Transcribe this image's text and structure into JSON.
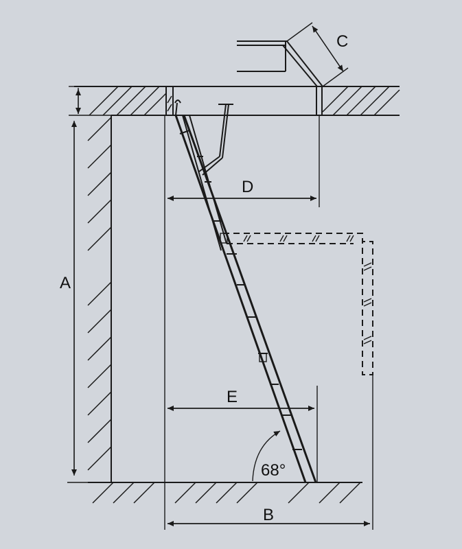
{
  "labels": {
    "a": "A",
    "b": "B",
    "c": "C",
    "d": "D",
    "e": "E",
    "angle": "68°"
  }
}
